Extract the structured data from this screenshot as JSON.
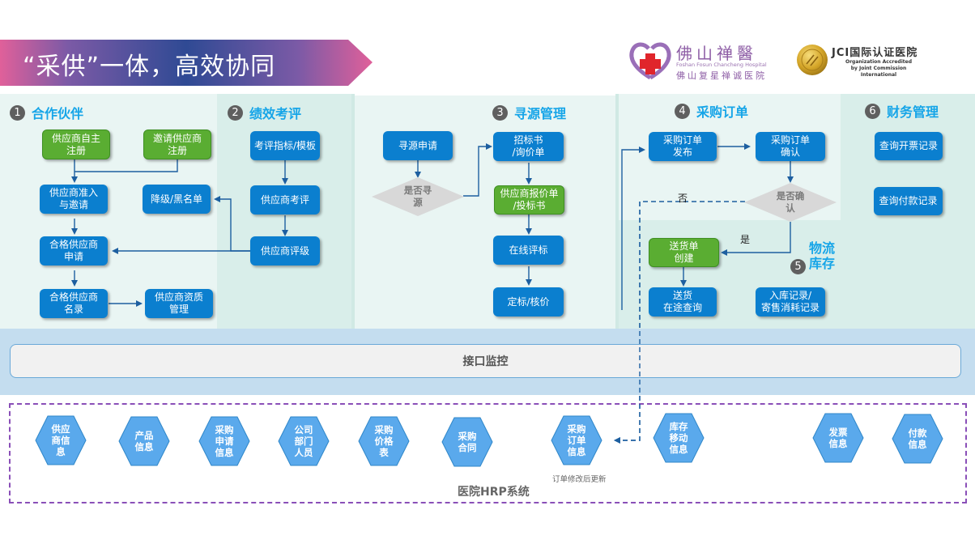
{
  "header": {
    "title": "“采供”一体，高效协同",
    "logo_hospital": {
      "name_cn_big": "佛山禅醫",
      "name_en": "Foshan Fosun Chancheng Hospital",
      "name_cn_small": "佛山复星禅诚医院"
    },
    "logo_jci": {
      "title": "JCI国际认证医院",
      "sub_line1": "Organization Accredited",
      "sub_line2": "by Joint Commission International"
    }
  },
  "sections": {
    "partner": {
      "num": "1",
      "title": "合作伙伴",
      "boxes": {
        "self_register": "供应商自主\n注册",
        "invite_register": "邀请供应商\n注册",
        "admission": "供应商准入\n与邀请",
        "downgrade": "降级/黑名单",
        "qualified_apply": "合格供应商\n申请",
        "qualified_list": "合格供应商\n名录",
        "qualification_mgmt": "供应商资质\n管理"
      }
    },
    "performance": {
      "num": "2",
      "title": "绩效考评",
      "boxes": {
        "index_template": "考评指标/模板",
        "evaluation": "供应商考评",
        "rating": "供应商评级"
      }
    },
    "sourcing": {
      "num": "3",
      "title": "寻源管理",
      "boxes": {
        "apply": "寻源申请",
        "decision": "是否寻\n源",
        "tender": "招标书\n/询价单",
        "quote": "供应商报价单\n/投标书",
        "online_eval": "在线评标",
        "award": "定标/核价"
      }
    },
    "purchase_order": {
      "num": "4",
      "title": "采购订单",
      "boxes": {
        "publish": "采购订单\n发布",
        "confirm": "采购订单\n确认",
        "decision": "是否确\n认"
      },
      "labels": {
        "no": "否",
        "yes": "是"
      }
    },
    "logistics": {
      "num": "5",
      "title": "物流\n库存",
      "boxes": {
        "delivery_create": "送货单\n创建",
        "in_transit": "送货\n在途查询",
        "warehouse": "入库记录/\n寄售消耗记录"
      }
    },
    "finance": {
      "num": "6",
      "title": "财务管理",
      "boxes": {
        "invoice": "查询开票记录",
        "payment": "查询付款记录"
      }
    }
  },
  "interface": {
    "label": "接口监控"
  },
  "hrp": {
    "label": "医院HRP系统",
    "note": "订单修改后更新",
    "items": [
      "供应\n商信\n息",
      "产品\n信息",
      "采购\n申请\n信息",
      "公司\n部门\n人员",
      "采购\n价格\n表",
      "采购\n合同",
      "采购\n订单\n信息",
      "库存\n移动\n信息",
      "发票\n信息",
      "付款\n信息"
    ]
  },
  "colors": {
    "box_blue": "#0b7fcf",
    "box_green": "#5aad32",
    "title_blue": "#16a5e8",
    "panel_light": "#e9f5f3",
    "panel_mid": "#d9eeea",
    "hex_blue": "#5aa9ec",
    "dash_purple": "#8a4fb8",
    "arrow": "#1d5fa0"
  }
}
